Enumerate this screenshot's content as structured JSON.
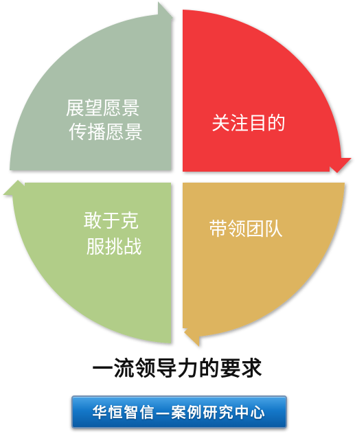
{
  "diagram": {
    "quadrants": [
      {
        "id": "top-left",
        "lines": [
          "展望愿景",
          "传播愿景"
        ],
        "color": "#a9bfa9"
      },
      {
        "id": "top-right",
        "lines": [
          "关注目的"
        ],
        "color": "#f1393a"
      },
      {
        "id": "bottom-right",
        "lines": [
          "带领团队"
        ],
        "color": "#ddb45f"
      },
      {
        "id": "bottom-left",
        "lines": [
          "敢于克",
          "服挑战"
        ],
        "color": "#b1cd88"
      }
    ]
  },
  "title": "一流领导力的要求",
  "banner": {
    "text": "华恒智信—案例研究中心",
    "color": "#1478c9"
  }
}
